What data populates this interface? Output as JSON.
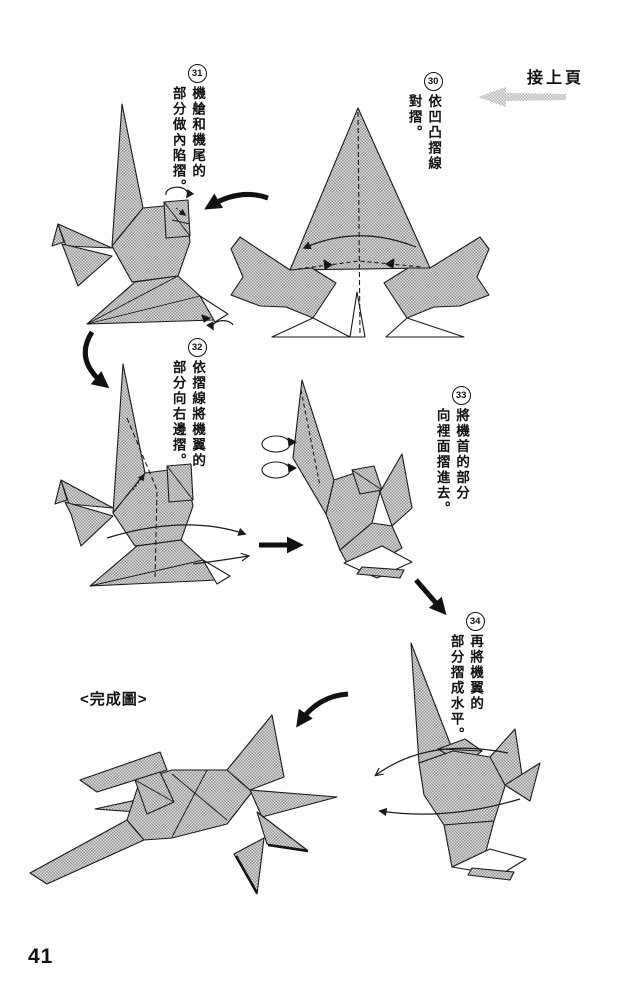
{
  "page": {
    "number": "41"
  },
  "header": {
    "continued_label": "接上頁"
  },
  "completed_label": "<完成圖>",
  "colors": {
    "paper_halftone": "#b9b9b9",
    "line": "#1a1a1a",
    "background": "#ffffff"
  },
  "steps": [
    {
      "num": "30",
      "line1": "依凹凸摺線",
      "line2": "對摺。"
    },
    {
      "num": "31",
      "line1": "機艙和機尾的",
      "line2": "部分做內陷摺。"
    },
    {
      "num": "32",
      "line1": "依摺線將機翼的",
      "line2": "部分向右邊摺。"
    },
    {
      "num": "33",
      "line1": "將機首的部分",
      "line2": "向裡面摺進去。"
    },
    {
      "num": "34",
      "line1": "再將機翼的",
      "line2": "部分摺成水平。"
    }
  ]
}
